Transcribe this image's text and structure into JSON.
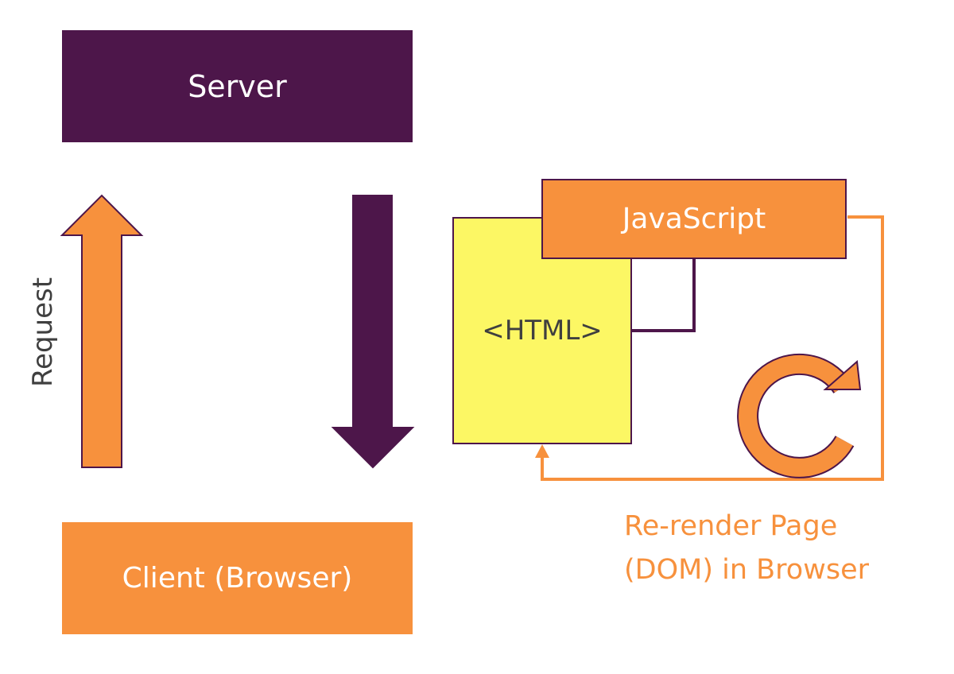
{
  "colors": {
    "purple": "#4d164a",
    "orange": "#f7913d",
    "yellow": "#fcf764",
    "text_dark": "#3f3f3f",
    "white": "#ffffff"
  },
  "diagram": {
    "server_label": "Server",
    "client_label": "Client (Browser)",
    "request_label": "Request",
    "html_label": "<HTML>",
    "javascript_label": "JavaScript",
    "rerender_line1": "Re-render Page",
    "rerender_line2": "(DOM) in Browser"
  },
  "icons": {
    "request_arrow": "arrow-up-icon",
    "response_arrow": "arrow-down-icon",
    "refresh": "refresh-icon"
  }
}
